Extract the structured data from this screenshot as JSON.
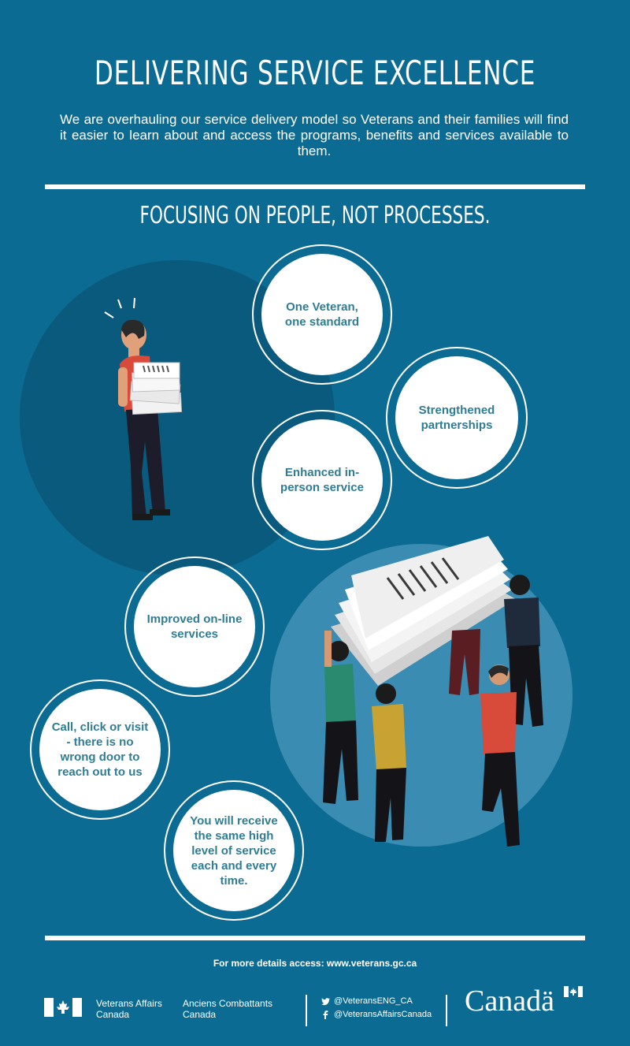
{
  "header": {
    "title": "DELIVERING SERVICE EXCELLENCE",
    "intro": "We are overhauling our service delivery model so Veterans and their families will find it easier to learn about and access the programs, benefits and services available to them.",
    "subtitle": "FOCUSING ON PEOPLE, NOT PROCESSES."
  },
  "bubbles": [
    {
      "text": "One Veteran, one standard"
    },
    {
      "text": "Strengthened partnerships"
    },
    {
      "text": "Enhanced in-person service"
    },
    {
      "text": "Improved on-line services"
    },
    {
      "text": "Call, click or visit - there is no wrong door to reach out to us"
    },
    {
      "text": "You will receive the same high level of service each and every time."
    }
  ],
  "footer": {
    "more_details": "For more details access: www.veterans.gc.ca",
    "dept_en": "Veterans Affairs\nCanada",
    "dept_fr": "Anciens Combattants\nCanada",
    "twitter": "@VeteransENG_CA",
    "facebook": "@VeteransAffairsCanada",
    "wordmark": "Canadä"
  },
  "colors": {
    "background": "#0b6b93",
    "circle_dark": "#0a5c80",
    "circle_light": "#3a8db4",
    "bubble_text": "#2f7d93"
  }
}
